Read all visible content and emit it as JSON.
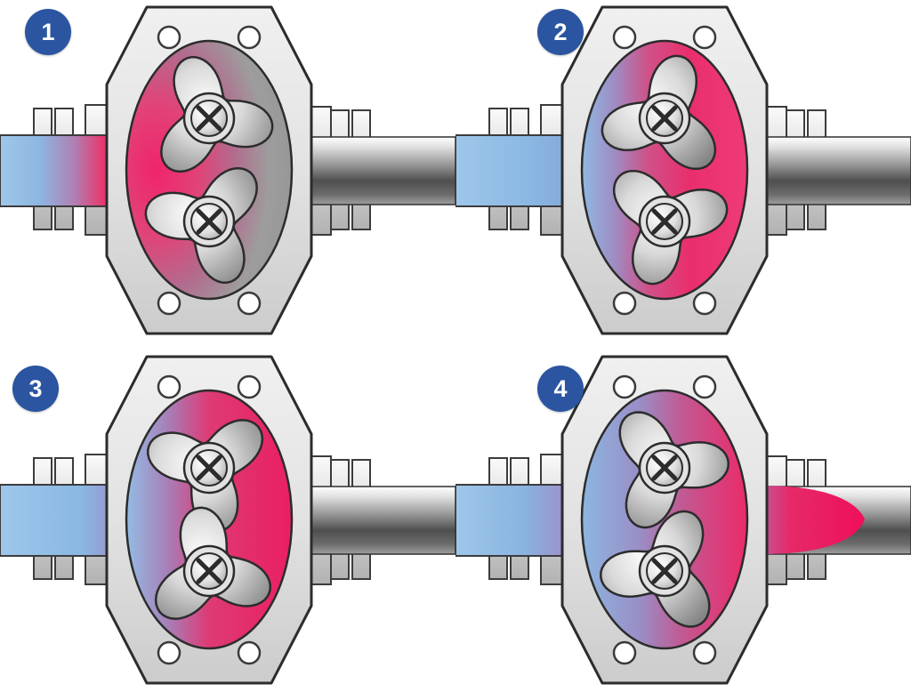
{
  "diagram": {
    "stages": [
      {
        "number": "1"
      },
      {
        "number": "2"
      },
      {
        "number": "3"
      },
      {
        "number": "4"
      }
    ],
    "colors": {
      "stage_badge": "#2b55a0",
      "stage_number_text": "#ffffff",
      "inlet_fluid_blue": "#8db6e0",
      "outlet_fluid_red": "#ec1a5c",
      "housing_gray": "#e0e0e0",
      "rotor_gray": "#b5b5b5",
      "pipe_steel_dark": "#5a5a5a",
      "outline": "#2c2c2c",
      "background": "#ffffff"
    }
  }
}
